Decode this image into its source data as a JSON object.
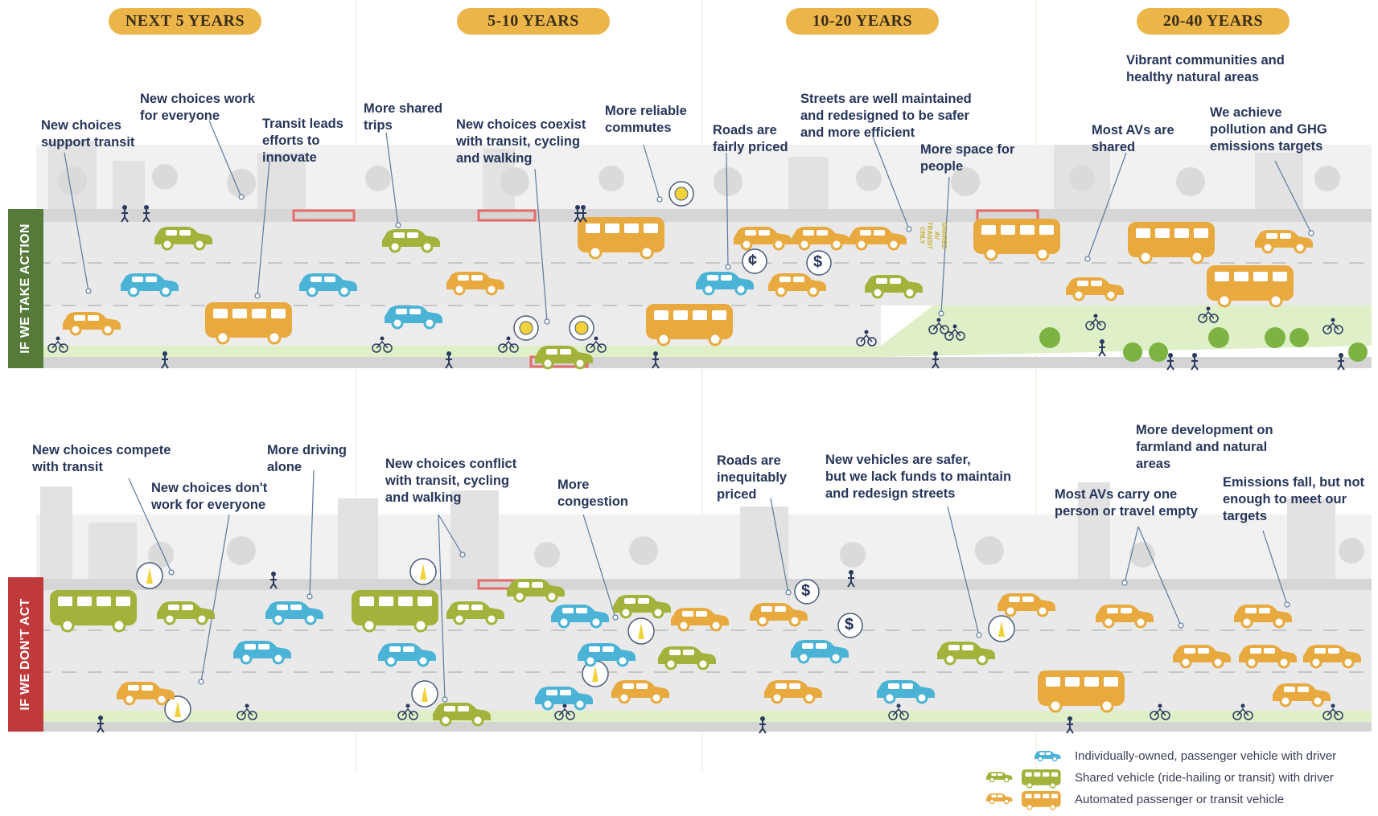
{
  "periods": [
    "NEXT 5 YEARS",
    "5-10 YEARS",
    "10-20 YEARS",
    "20-40 YEARS"
  ],
  "side_labels": {
    "action": "IF WE TAKE ACTION",
    "no_action": "IF WE DON'T ACT"
  },
  "action_labels": [
    "New choices\nsupport transit",
    "New choices work\nfor everyone",
    "Transit leads\nefforts to\ninnovate",
    "More shared\ntrips",
    "New choices coexist\nwith transit, cycling\nand walking",
    "More reliable\ncommutes",
    "Roads are\nfairly priced",
    "Streets are well maintained\nand redesigned to be safer\nand more efficient",
    "More space for\npeople",
    "Vibrant communities and\nhealthy natural areas",
    "Most AVs are\nshared",
    "We achieve\npollution and GHG\nemissions targets"
  ],
  "no_action_labels": [
    "New choices compete\nwith transit",
    "New choices don't\nwork for everyone",
    "More driving\nalone",
    "New choices conflict\nwith transit, cycling\nand walking",
    "More\ncongestion",
    "Roads are\ninequitably\npriced",
    "New vehicles are safer,\nbut we lack funds to maintain\nand redesign streets",
    "More development on\nfarmland and natural\nareas",
    "Most AVs carry one\nperson or travel empty",
    "Emissions fall, but not\nenough to meet our\ntargets"
  ],
  "road_signs": {
    "transit_only": "SHARED\nAV\nTRANSIT\nONLY"
  },
  "price_symbols": {
    "cent": "¢",
    "dollar": "$"
  },
  "legend": [
    "Individually-owned, passenger vehicle with driver",
    "Shared vehicle (ride-hailing or transit) with driver",
    "Automated passenger or transit vehicle"
  ],
  "colors": {
    "period_bg": "#ebb54a",
    "action_bar": "#557a3a",
    "no_action_bar": "#c0393b",
    "private_vehicle": "#4ab3d6",
    "shared_vehicle": "#a3b23b",
    "automated_vehicle": "#e8a93e",
    "bike_lane": "#dff0c8",
    "road": "#e7e7e7",
    "label_text": "#26365a"
  }
}
